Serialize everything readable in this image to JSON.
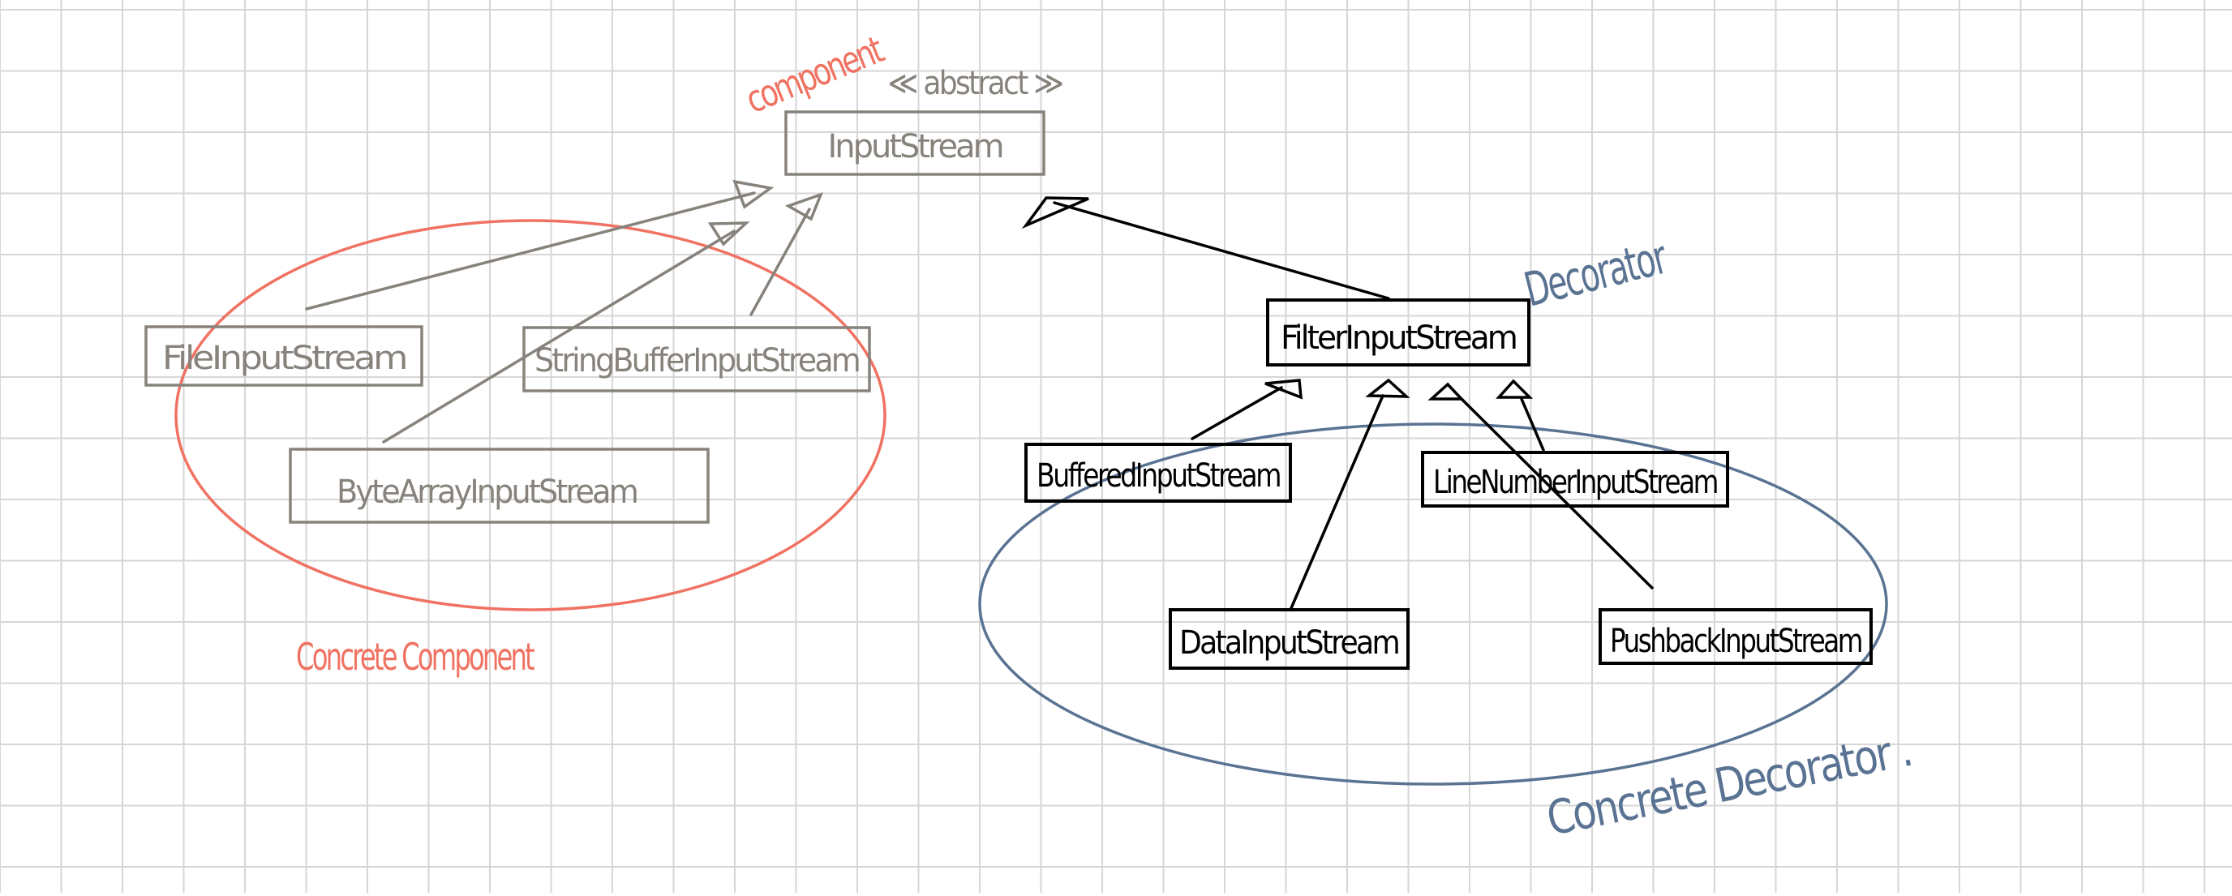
{
  "colors": {
    "grid": "#d6d6d6",
    "component": "#87827c",
    "decorator": "#000000",
    "concrete_component": "#f07262",
    "concrete_decorator": "#5a7393"
  },
  "root": {
    "stereotype": "≪ abstract ≫",
    "name": "InputStream",
    "annotation": "component"
  },
  "components": {
    "group_label": "Concrete Component",
    "items": [
      {
        "id": "file",
        "name": "FileInputStream"
      },
      {
        "id": "stringbuffer",
        "name": "StringBufferInputStream"
      },
      {
        "id": "bytearray",
        "name": "ByteArrayInputStream"
      }
    ]
  },
  "decorator": {
    "name": "FilterInputStream",
    "annotation": "Decorator"
  },
  "decorators": {
    "group_label": "Concrete Decorator .",
    "items": [
      {
        "id": "buffered",
        "name": "BufferedInputStream"
      },
      {
        "id": "linenumber",
        "name": "LineNumberInputStream"
      },
      {
        "id": "data",
        "name": "DataInputStream"
      },
      {
        "id": "pushback",
        "name": "PushbackInputStream"
      }
    ]
  }
}
